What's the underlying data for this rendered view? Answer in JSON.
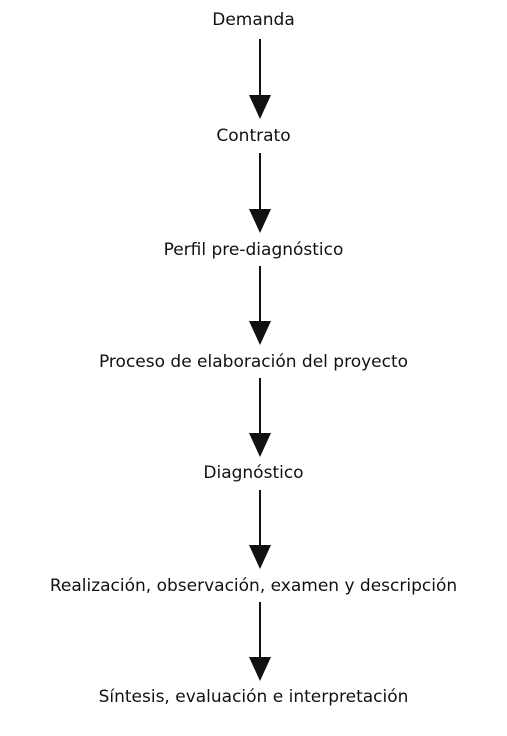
{
  "diagram": {
    "steps": [
      "Demanda",
      "Contrato",
      "Perfil pre-diagnóstico",
      "Proceso de elaboración del proyecto",
      "Diagnóstico",
      "Realización, observación, examen y descripción",
      "Síntesis, evaluación e interpretación"
    ],
    "edges": [
      {
        "from": 0,
        "to": 1
      },
      {
        "from": 1,
        "to": 2
      },
      {
        "from": 2,
        "to": 3
      },
      {
        "from": 3,
        "to": 4
      },
      {
        "from": 4,
        "to": 5
      },
      {
        "from": 5,
        "to": 6
      }
    ],
    "colors": {
      "line": "#111111",
      "text": "#111111",
      "background": "#ffffff"
    }
  }
}
